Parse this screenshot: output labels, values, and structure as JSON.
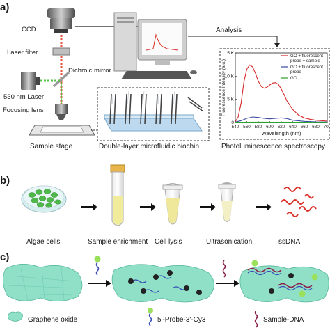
{
  "panel_a": {
    "letter": "a)",
    "ccd": "CCD",
    "laser_filter": "Laser filter",
    "dichroic": "Dichroic mirror",
    "laser": "530 nm Laser",
    "focusing_lens": "Focusing lens",
    "sample_stage": "Sample stage",
    "biochip": "Double-layer microfluidic biochip",
    "analysis": "Analysis",
    "pl_title": "Photoluminescence spectroscopy"
  },
  "chart_data": {
    "type": "line",
    "ylabel": "Fluorescence Intensity (a.u.)",
    "xlabel": "Wavelength (nm)",
    "xlim": [
      540,
      700
    ],
    "ylim": [
      0,
      15000
    ],
    "x_ticks": [
      "540",
      "560",
      "580",
      "600",
      "620",
      "640",
      "660",
      "680",
      "700"
    ],
    "y_ticks": [
      "0",
      "5 K",
      "10 K",
      "15 K"
    ],
    "legend": [
      "GO + fluorescent probe + sample",
      "GO + fluorescent probe",
      "GO"
    ],
    "legend_lines": [
      [
        "GO + fluorescent",
        "probe + sample"
      ],
      [
        "GO + fluorescent",
        "probe"
      ],
      [
        "GO"
      ]
    ],
    "series": [
      {
        "name": "GO + fluorescent probe + sample",
        "color": "#d62728",
        "x": [
          540,
          545,
          550,
          555,
          560,
          565,
          570,
          575,
          580,
          585,
          590,
          595,
          600,
          605,
          610,
          615,
          620,
          625,
          630,
          640,
          650,
          660,
          670,
          680,
          690,
          700
        ],
        "y": [
          200,
          1200,
          4200,
          8800,
          11500,
          12400,
          12000,
          10600,
          8900,
          7800,
          7400,
          7600,
          8100,
          8500,
          8600,
          8200,
          7200,
          6000,
          4600,
          2800,
          1600,
          1000,
          700,
          500,
          400,
          300
        ]
      },
      {
        "name": "GO + fluorescent probe",
        "color": "#3a4ba0",
        "x": [
          540,
          550,
          560,
          570,
          580,
          590,
          600,
          610,
          620,
          630,
          640,
          660,
          680,
          700
        ],
        "y": [
          100,
          400,
          900,
          1200,
          1100,
          900,
          800,
          900,
          1000,
          850,
          500,
          250,
          150,
          100
        ]
      },
      {
        "name": "GO",
        "color": "#2ca02c",
        "x": [
          540,
          560,
          580,
          600,
          620,
          640,
          660,
          680,
          700
        ],
        "y": [
          60,
          80,
          90,
          80,
          80,
          70,
          60,
          50,
          50
        ]
      }
    ]
  },
  "panel_b": {
    "letter": "b)",
    "steps": [
      "Algae cells",
      "Sample enrichment",
      "Cell lysis",
      "Ultrasonication",
      "ssDNA"
    ]
  },
  "panel_c": {
    "letter": "c)",
    "legend_go": "Graphene oxide",
    "legend_probe": "5'-Probe-3'-Cy3",
    "legend_sample": "Sample-DNA"
  },
  "colors": {
    "laser_red": "#e8503a",
    "laser_green": "#55c24a",
    "graphene": "#8fe0c7",
    "dna_red": "#d9322a",
    "dna_blue": "#3a50b8",
    "probe_dye": "#9be05a"
  }
}
